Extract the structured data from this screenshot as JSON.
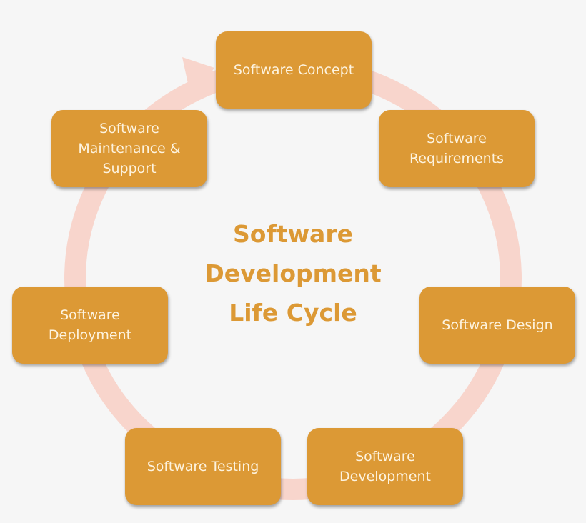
{
  "diagram": {
    "title": "Software\nDevelopment\nLife Cycle",
    "colors": {
      "box_fill": "#dc9935",
      "box_text": "#fdf3df",
      "ring": "#f8d5cc",
      "title": "#dc9935",
      "background": "#f6f6f6"
    },
    "stages": [
      {
        "label": "Software Concept"
      },
      {
        "label": "Software\nRequirements"
      },
      {
        "label": "Software Design"
      },
      {
        "label": "Software\nDevelopment"
      },
      {
        "label": "Software Testing"
      },
      {
        "label": "Software\nDeployment"
      },
      {
        "label": "Software\nMaintenance &\nSupport"
      }
    ]
  }
}
